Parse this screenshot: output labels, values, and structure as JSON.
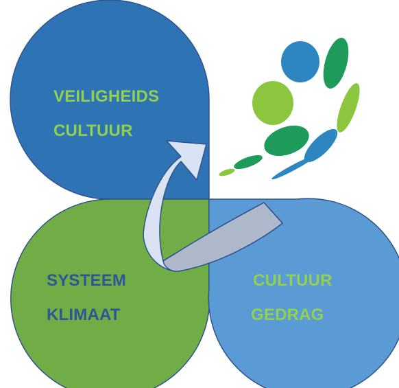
{
  "shapes": [
    {
      "id": "veiligheidscultuur",
      "lines": [
        "VEILIGHEIDS",
        "CULTUUR"
      ],
      "fill": "#2e74b5",
      "text_color": "#92d050"
    },
    {
      "id": "systeemklimaat",
      "lines": [
        "SYSTEEM",
        "KLIMAAT"
      ],
      "fill": "#70ad47",
      "text_color": "#2f5597"
    },
    {
      "id": "cultuurgedrag",
      "lines": [
        "CULTUUR",
        "GEDRAG"
      ],
      "fill": "#5b9bd5",
      "text_color": "#92d050"
    }
  ],
  "colors": {
    "outline": "#2f528f",
    "arrow_fill": "#dae3f3",
    "arrow_shade": "#adb9ca",
    "logo_blue": "#2e86c1",
    "logo_green": "#1e9b5a",
    "logo_lime": "#8cc63f"
  },
  "icons": {
    "cycle_arrow": "curved-up-arrow-icon",
    "logo": "dotted-swirl-logo"
  }
}
